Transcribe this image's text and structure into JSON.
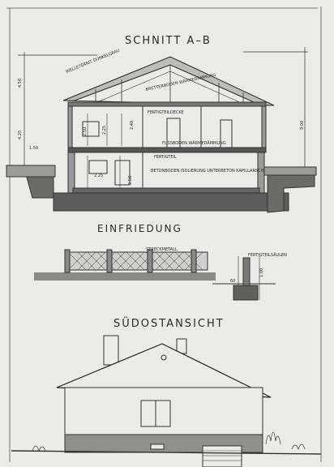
{
  "sections": {
    "schnitt": {
      "title": "SCHNITT A–B",
      "labels": {
        "roof": "WELLETERNIT DUNKELGRAU",
        "attic": "BRETTERBODEN WÄRMEDÄMMUNG",
        "ceiling": "FERTIGTEILDECKE",
        "floor_upper": "FUSSBODEN WÄRMEDÄMMUNG",
        "ceiling_lower": "FERTIGTEIL",
        "floor_lower": "BETONBODEN ISOLIERUNG UNTERBETON KAPILLARSCH."
      },
      "dimensions": {
        "ridge_height": "4.50",
        "ground_height": "4.25",
        "total_height": "9.00",
        "upper_room": "2.50",
        "upper_level": "2.25",
        "upper_level2": "2.40",
        "lower_room": "2.50",
        "lower_left": "2.25",
        "terrain": "1.50"
      }
    },
    "einfriedung": {
      "title": "EINFRIEDUNG",
      "label_fence": "STRECKMETALL",
      "label_detail": "FERTIGTEILSÄULEN",
      "dims": {
        "a": "1.00",
        "b": "60"
      }
    },
    "suedostansicht": {
      "title": "SÜDOSTANSICHT"
    }
  }
}
